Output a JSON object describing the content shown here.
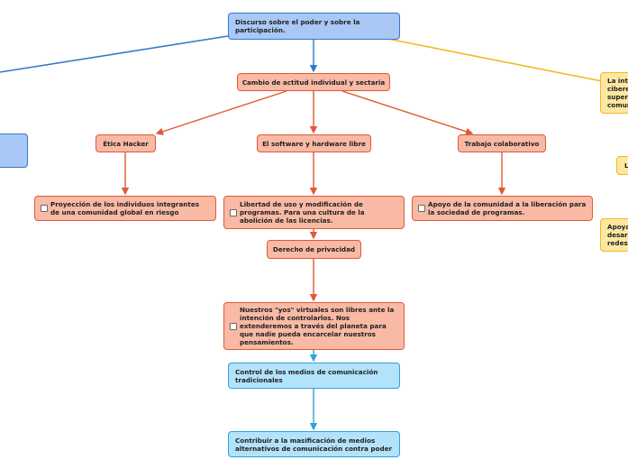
{
  "nodes": {
    "root": "Discurso sobre el poder y sobre la participación.",
    "cambio": "Cambio de actitud individual y sectaria",
    "etica": "Ética Hacker",
    "software": "El software y hardware libre",
    "trabajo": "Trabajo colaborativo",
    "proyeccion": "Proyección de los individuos integrantes de una comunidad global en riesgo",
    "libertad": "Libertad de uso y modificación de programas. Para una cultura de la abolición de las licencias.",
    "apoyo": "Apoyo de la comunidad a la liberación para la sociedad de programas.",
    "derecho": "Derecho de privacidad",
    "nuestros": "Nuestros \"yos\" virtuales son libres ante la intención de controlarlos. Nos extenderemos a través del planeta para que nadie pueda encarcelar nuestros pensamientos.",
    "control": "Control de los medios de comunicación tradicionales",
    "contribuir": "Contribuir a la masificación de medios alternativos de comunicación contra poder",
    "right1": "La inte ciberes supera comuni",
    "right2": "L",
    "right3": "Apoya desarr redes."
  },
  "colors": {
    "blue": "#a9c8f6",
    "red": "#f8b9a5",
    "cyan": "#b3e3fa",
    "yellow": "#fde7a1",
    "blue_line": "#3478c9",
    "red_line": "#e05a35",
    "cyan_line": "#2ea3d8",
    "yellow_line": "#f0b924"
  }
}
